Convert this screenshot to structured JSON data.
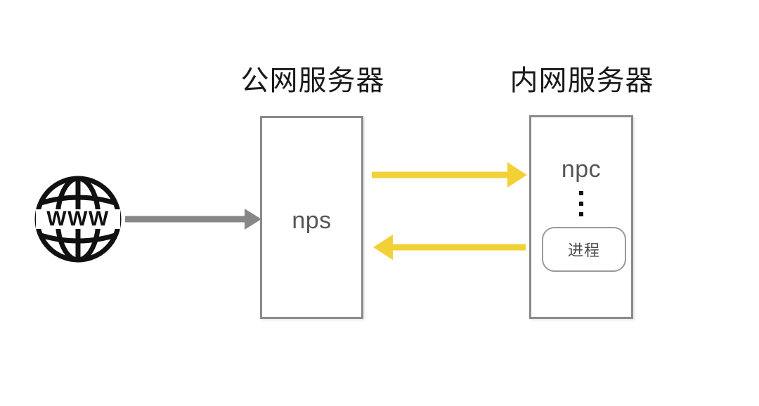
{
  "diagram": {
    "background_color": "#ffffff",
    "titles": {
      "public_server": "公网服务器",
      "private_server": "内网服务器"
    },
    "nodes": {
      "internet": {
        "icon": "globe-www-icon",
        "label": "WWW",
        "color": "#111111"
      },
      "nps": {
        "label": "nps",
        "border_color": "#8a8a8a",
        "text_color": "#565656"
      },
      "npc": {
        "label": "npc",
        "ellipsis": "⋮",
        "border_color": "#8a8a8a",
        "text_color": "#565656",
        "process": {
          "label": "进程",
          "border_color": "#9a9a9a",
          "text_color": "#4a4a4a"
        }
      }
    },
    "arrows": [
      {
        "name": "internet-to-nps",
        "from": "internet",
        "to": "nps",
        "direction": "right",
        "color": "#878787"
      },
      {
        "name": "nps-to-npc",
        "from": "nps",
        "to": "npc",
        "direction": "right",
        "color": "#F2D137"
      },
      {
        "name": "npc-to-nps",
        "from": "npc",
        "to": "nps",
        "direction": "left",
        "color": "#F2D137"
      }
    ]
  }
}
